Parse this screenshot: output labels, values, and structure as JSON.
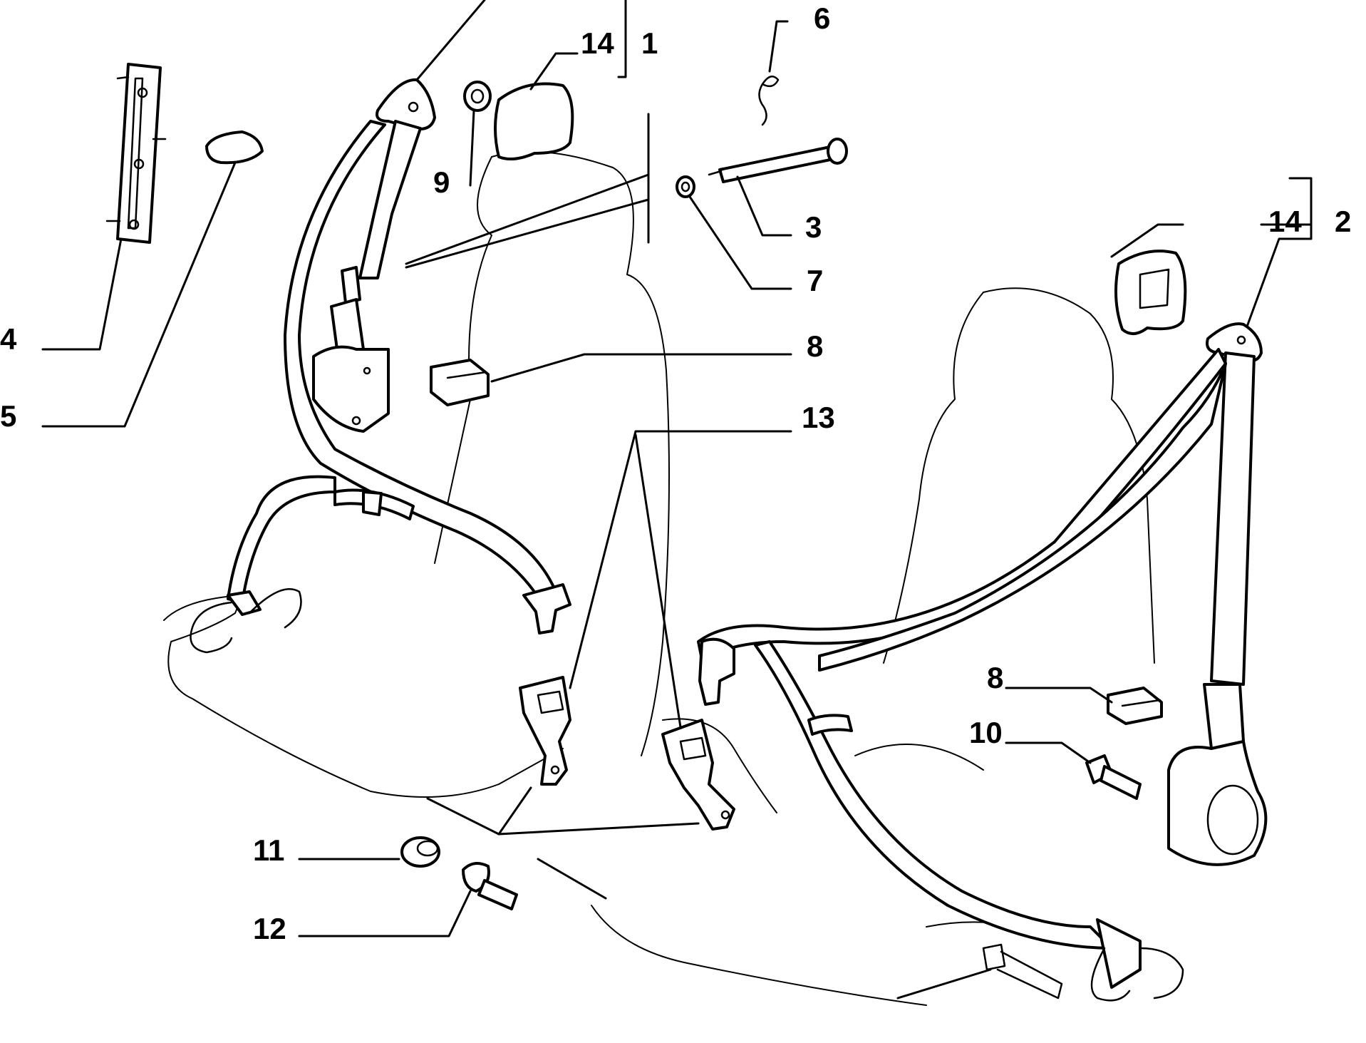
{
  "callouts": [
    {
      "id": "c1",
      "label": "1"
    },
    {
      "id": "c2",
      "label": "2"
    },
    {
      "id": "c3",
      "label": "3"
    },
    {
      "id": "c4",
      "label": "4"
    },
    {
      "id": "c5",
      "label": "5"
    },
    {
      "id": "c6",
      "label": "6"
    },
    {
      "id": "c7",
      "label": "7"
    },
    {
      "id": "c8a",
      "label": "8"
    },
    {
      "id": "c8b",
      "label": "8"
    },
    {
      "id": "c9",
      "label": "9"
    },
    {
      "id": "c10",
      "label": "10"
    },
    {
      "id": "c11",
      "label": "11"
    },
    {
      "id": "c12",
      "label": "12"
    },
    {
      "id": "c13",
      "label": "13"
    },
    {
      "id": "c14a",
      "label": "14"
    },
    {
      "id": "c14b",
      "label": "14"
    }
  ]
}
